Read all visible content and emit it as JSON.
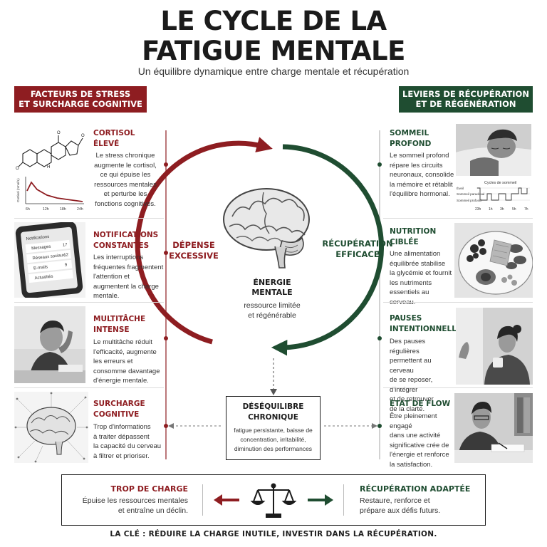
{
  "title": {
    "line1": "LE CYCLE DE LA",
    "line2": "FATIGUE MENTALE"
  },
  "subtitle": "Un équilibre dynamique entre charge mentale et récupération",
  "colors": {
    "red": "#8e1d21",
    "green": "#1f4d31",
    "dark": "#1b1b1b"
  },
  "left": {
    "header": {
      "line1": "FACTEURS DE STRESS",
      "line2": "ET SURCHARGE COGNITIVE"
    },
    "items": [
      {
        "title": [
          "CORTISOL",
          "ÉLEVÉ"
        ],
        "text": [
          "Le stress chronique",
          "augmente le cortisol,",
          "ce qui épuise les",
          "ressources mentales",
          "et perturbe les",
          "fonctions cognitives."
        ],
        "icon": "cortisol-molecule-and-chart",
        "mini_chart_text": {
          "ylabel": "Cortisol (nmol/L)",
          "xticks": [
            "6h",
            "12h",
            "18h",
            "24h"
          ]
        }
      },
      {
        "title": [
          "NOTIFICATIONS",
          "CONSTANTES"
        ],
        "text": [
          "Les interruptions",
          "fréquentes fragmentent",
          "l'attention et",
          "augmentent la charge",
          "mentale."
        ],
        "icon": "smartphone-notifications",
        "phone_text": {
          "header": "Notifications",
          "rows": [
            "Messages",
            "Réseaux sociaux",
            "E-mails",
            "Actualités"
          ],
          "counts": [
            "17",
            "12",
            "9",
            ""
          ]
        }
      },
      {
        "title": [
          "MULTITÂCHE",
          "INTENSE"
        ],
        "text": [
          "Le multitâche réduit",
          "l'efficacité, augmente",
          "les erreurs et",
          "consomme davantage",
          "d'énergie mentale."
        ],
        "icon": "stressed-man-photo"
      },
      {
        "title": [
          "SURCHARGE",
          "COGNITIVE"
        ],
        "text": [
          "Trop d'informations",
          "à traiter dépassent",
          "la capacité du cerveau",
          "à filtrer et prioriser."
        ],
        "icon": "brain-network-sketch"
      }
    ]
  },
  "right": {
    "header": {
      "line1": "LEVIERS DE RÉCUPÉRATION",
      "line2": "ET DE RÉGÉNÉRATION"
    },
    "items": [
      {
        "title": [
          "SOMMEIL",
          "PROFOND"
        ],
        "text": [
          "Le sommeil profond",
          "répare les circuits",
          "neuronaux, consolide",
          "la mémoire et rétablit",
          "l'équilibre hormonal."
        ],
        "icon": "sleeping-man-and-hypnogram",
        "mini_chart_text": {
          "title": "Cycles de sommeil",
          "rows": [
            "Éveil",
            "Sommeil paradoxal",
            "Sommeil profond"
          ],
          "xticks": [
            "23h",
            "1h",
            "3h",
            "5h",
            "7h"
          ]
        }
      },
      {
        "title": [
          "NUTRITION",
          "CIBLÉE"
        ],
        "text": [
          "Une alimentation",
          "équilibrée stabilise",
          "la glycémie et fournit",
          "les nutriments",
          "essentiels au cerveau."
        ],
        "icon": "healthy-food-bowl"
      },
      {
        "title": [
          "PAUSES",
          "INTENTIONNELLES"
        ],
        "text": [
          "Des pauses régulières",
          "permettent au cerveau",
          "de se reposer, d'intégrer",
          "et de retrouver",
          "de la clarté."
        ],
        "icon": "woman-resting-photo"
      },
      {
        "title": [
          "ÉTAT DE FLOW"
        ],
        "text": [
          "Être pleinement engagé",
          "dans une activité",
          "significative crée de",
          "l'énergie et renforce",
          "la satisfaction."
        ],
        "icon": "man-writing-photo"
      }
    ]
  },
  "cycle": {
    "left_label": [
      "DÉPENSE",
      "EXCESSIVE"
    ],
    "right_label": [
      "RÉCUPÉRATION",
      "EFFICACE"
    ],
    "center_title": [
      "ÉNERGIE",
      "MENTALE"
    ],
    "center_sub": [
      "ressource limitée",
      "et régénérable"
    ],
    "icon": "brain-icon"
  },
  "imbalance": {
    "title": [
      "DÉSÉQUILIBRE",
      "CHRONIQUE"
    ],
    "text": [
      "fatigue persistante, baisse de",
      "concentration, irritabilité,",
      "diminution des performances"
    ]
  },
  "bottom": {
    "left_title": "TROP DE CHARGE",
    "left_text": [
      "Épuise les ressources mentales",
      "et entraîne un déclin."
    ],
    "right_title": "RÉCUPÉRATION ADAPTÉE",
    "right_text": [
      "Restaure, renforce et",
      "prépare aux défis futurs."
    ],
    "icon": "balance-scale-icon"
  },
  "footer": "LA CLÉ : RÉDUIRE LA CHARGE INUTILE, INVESTIR DANS LA RÉCUPÉRATION."
}
